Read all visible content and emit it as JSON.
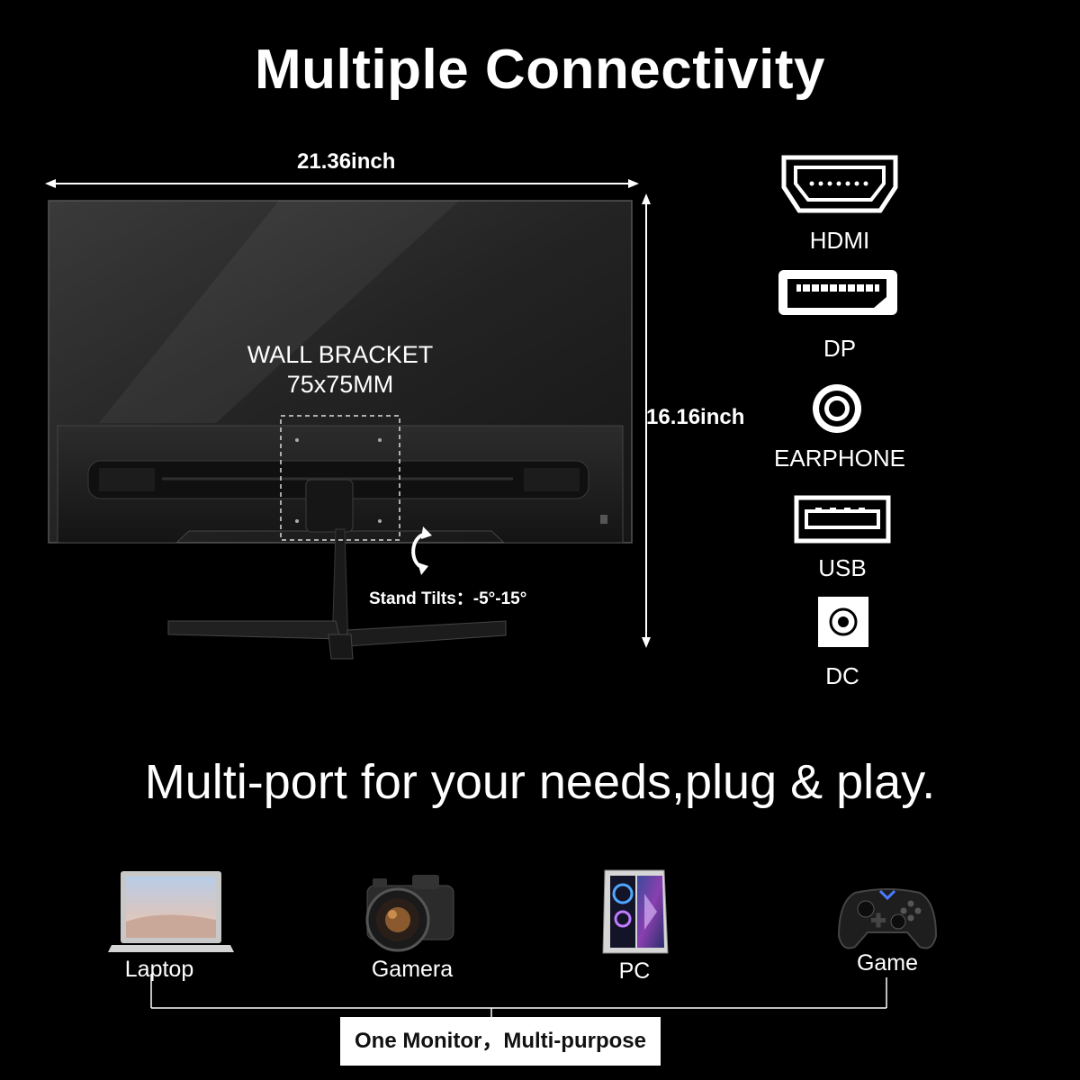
{
  "header": {
    "title": "Multiple Connectivity"
  },
  "dimensions": {
    "width": "21.36inch",
    "height": "16.16inch"
  },
  "monitor": {
    "bracket_line1": "WALL BRACKET",
    "bracket_line2": "75x75MM",
    "tilt": "Stand Tilts：-5°-15°"
  },
  "ports": [
    {
      "label": "HDMI",
      "icon": "hdmi-icon"
    },
    {
      "label": "DP",
      "icon": "displayport-icon"
    },
    {
      "label": "EARPHONE",
      "icon": "earphone-jack-icon"
    },
    {
      "label": "USB",
      "icon": "usb-icon"
    },
    {
      "label": "DC",
      "icon": "dc-power-icon"
    }
  ],
  "subtitle": "Multi-port for your needs,plug & play.",
  "devices": [
    {
      "label": "Laptop",
      "icon": "laptop-icon"
    },
    {
      "label": "Gamera",
      "icon": "camera-icon"
    },
    {
      "label": "PC",
      "icon": "pc-tower-icon"
    },
    {
      "label": "Game",
      "icon": "gamepad-icon"
    }
  ],
  "footer": {
    "label": "One Monitor，Multi-purpose"
  },
  "colors": {
    "background": "#000000",
    "text": "#ffffff",
    "box": "#ffffff"
  }
}
